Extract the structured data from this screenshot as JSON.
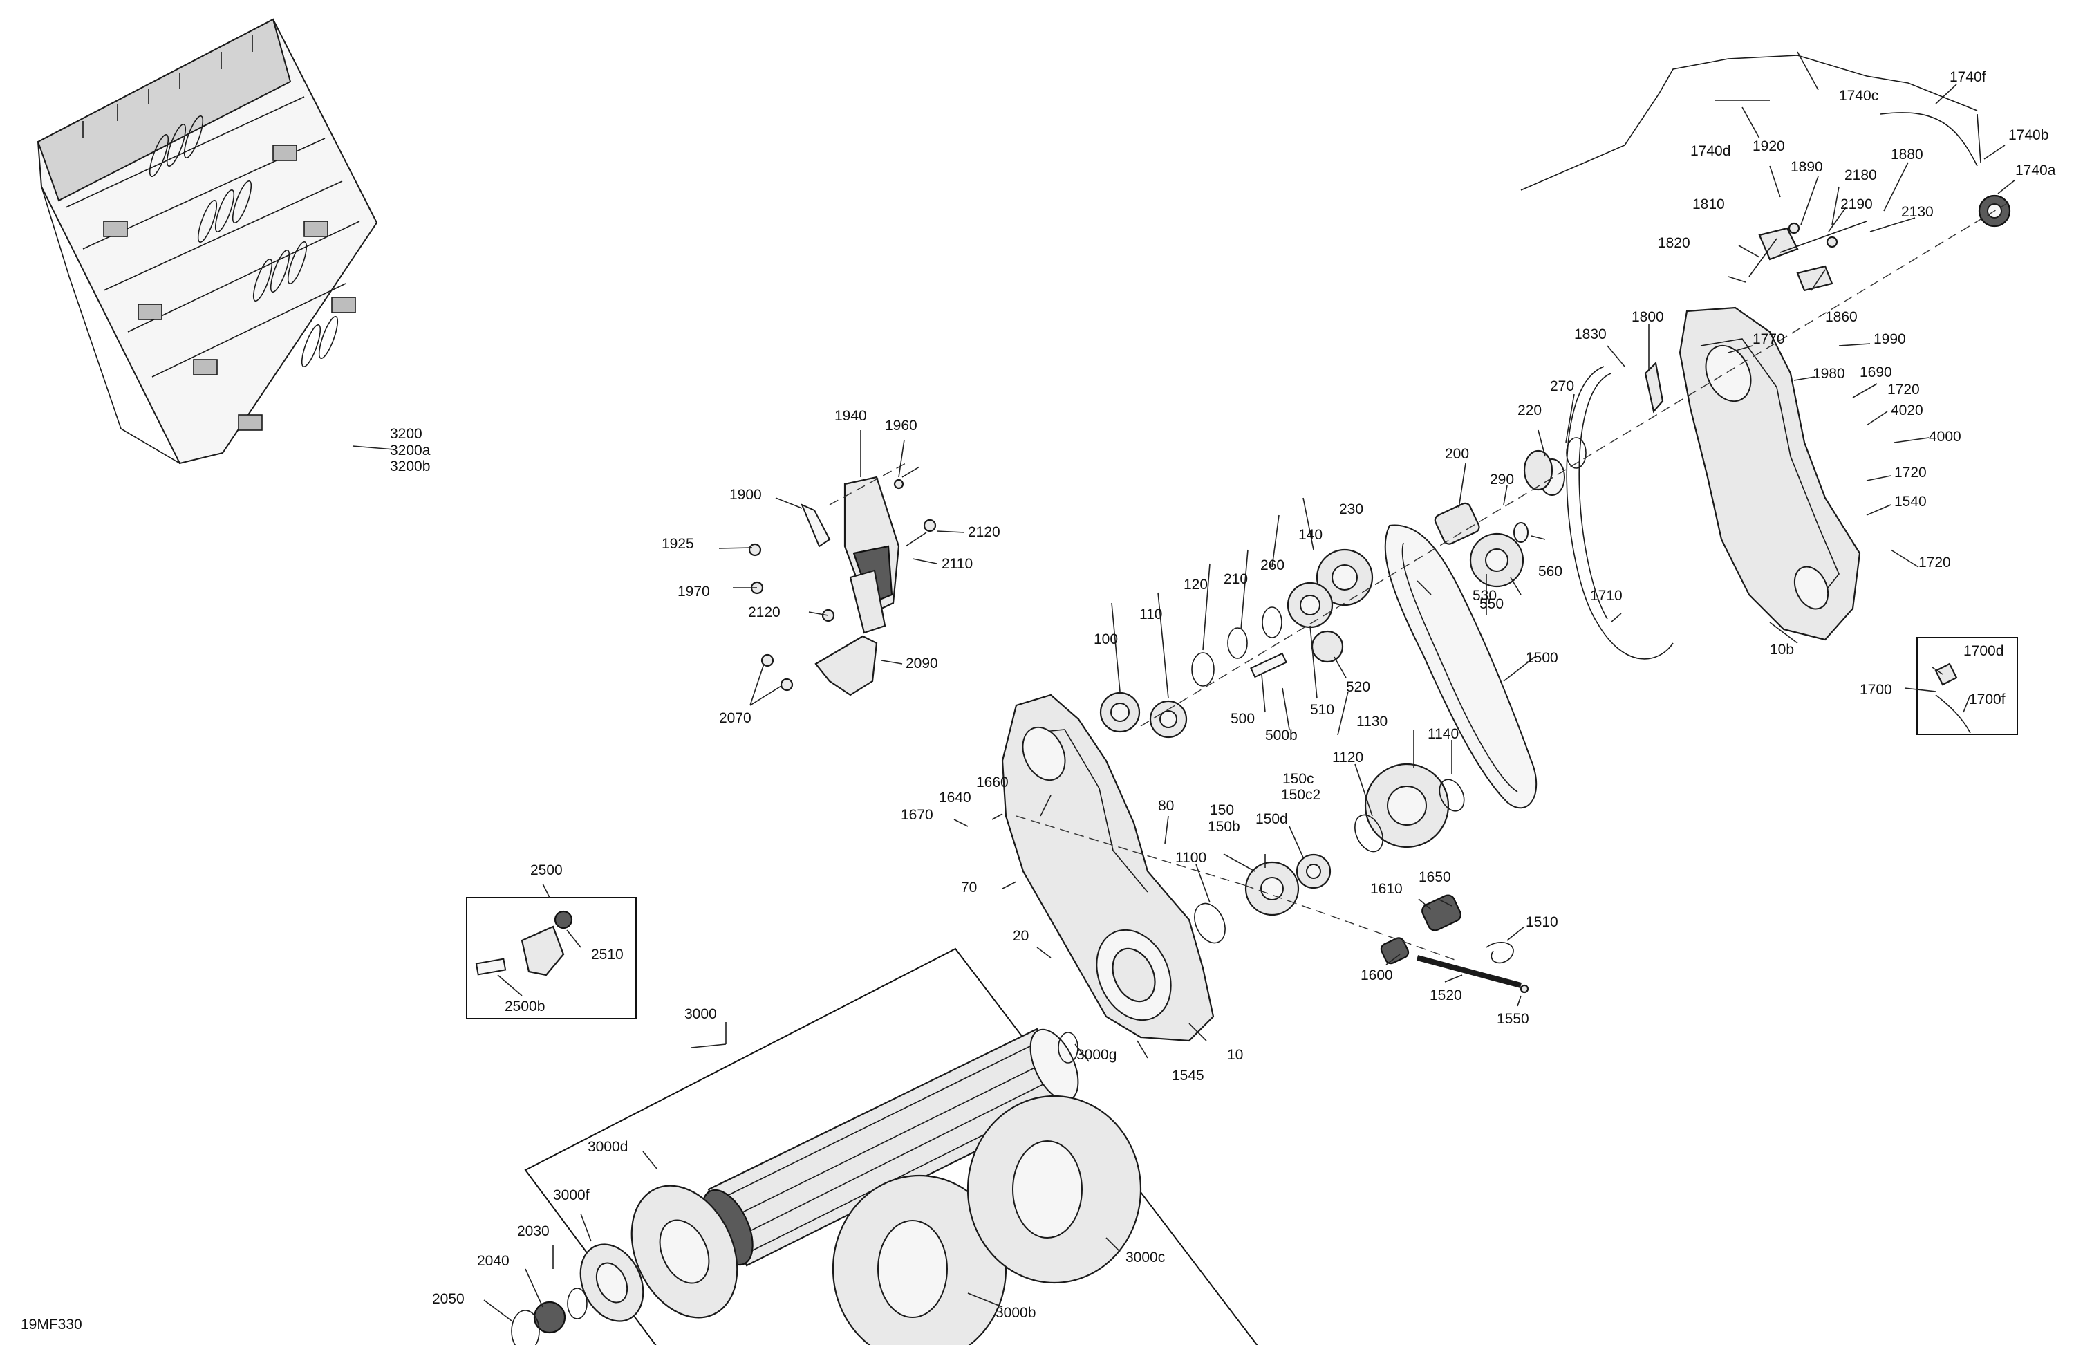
{
  "figure_code": "19MF330",
  "labels": {
    "l3200": "3200",
    "l3200a": "3200a",
    "l3200b": "3200b",
    "l1940": "1940",
    "l1960": "1960",
    "l1900": "1900",
    "l1925": "1925",
    "l1970": "1970",
    "l2120a": "2120",
    "l2110": "2110",
    "l2120b": "2120",
    "l2090": "2090",
    "l2070": "2070",
    "l1740c": "1740c",
    "l1740f": "1740f",
    "l1740d": "1740d",
    "l1740b": "1740b",
    "l1740a": "1740a",
    "l1920": "1920",
    "l1890": "1890",
    "l2180": "2180",
    "l1880": "1880",
    "l2190": "2190",
    "l2130": "2130",
    "l1810": "1810",
    "l1820": "1820",
    "l1860": "1860",
    "l1830": "1830",
    "l1800": "1800",
    "l1770": "1770",
    "l1990": "1990",
    "l1980": "1980",
    "l1690": "1690",
    "l1720a": "1720",
    "l4020": "4020",
    "l4000": "4000",
    "l1720b": "1720",
    "l1540": "1540",
    "l1720c": "1720",
    "l270": "270",
    "l220": "220",
    "l200": "200",
    "l290": "290",
    "l230": "230",
    "l560": "560",
    "l530": "530",
    "l550": "550",
    "l1710": "1710",
    "l10b": "10b",
    "l1700": "1700",
    "l1700d": "1700d",
    "l1700f": "1700f",
    "l140": "140",
    "l260": "260",
    "l210": "210",
    "l120": "120",
    "l110": "110",
    "l100": "100",
    "l520": "520",
    "l510": "510",
    "l500": "500",
    "l500b": "500b",
    "l1500": "1500",
    "l1130": "1130",
    "l1140": "1140",
    "l1120": "1120",
    "l150c": "150c",
    "l150c2": "150c2",
    "l150d": "150d",
    "l150": "150",
    "l150b": "150b",
    "l1100": "1100",
    "l80": "80",
    "l1660": "1660",
    "l1640": "1640",
    "l1670": "1670",
    "l70": "70",
    "l1610": "1610",
    "l1650": "1650",
    "l1510": "1510",
    "l1600": "1600",
    "l1520": "1520",
    "l1550": "1550",
    "l20": "20",
    "l2500": "2500",
    "l2510": "2510",
    "l2500b": "2500b",
    "l3000": "3000",
    "l3000g": "3000g",
    "l1545": "1545",
    "l10": "10",
    "l3000d": "3000d",
    "l3000f": "3000f",
    "l2030": "2030",
    "l2040": "2040",
    "l2050": "2050",
    "l3000b": "3000b",
    "l3000c": "3000c"
  }
}
